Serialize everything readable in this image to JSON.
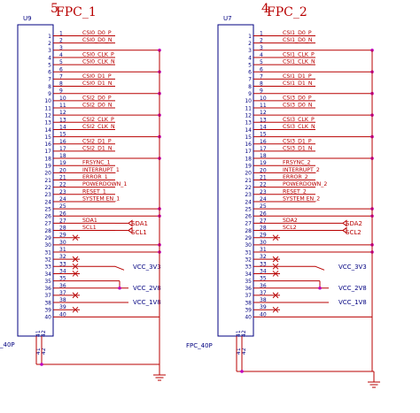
{
  "components": [
    {
      "ref": "U9",
      "title": "FPC_1",
      "title_prefix": "5",
      "footprint": "_40P",
      "bottom_pins": [
        "41",
        "42"
      ],
      "pins": [
        {
          "num": "1",
          "net": "CSI0_D0_P"
        },
        {
          "num": "2",
          "net": "CSI0_D0_N"
        },
        {
          "num": "3",
          "net": ""
        },
        {
          "num": "4",
          "net": "CSI0_CLK_P"
        },
        {
          "num": "5",
          "net": "CSI0_CLK_N"
        },
        {
          "num": "6",
          "net": ""
        },
        {
          "num": "7",
          "net": "CSI0_D1_P"
        },
        {
          "num": "8",
          "net": "CSI0_D1_N"
        },
        {
          "num": "9",
          "net": ""
        },
        {
          "num": "10",
          "net": "CSI2_D0_P"
        },
        {
          "num": "11",
          "net": "CSI2_D0_N"
        },
        {
          "num": "12",
          "net": ""
        },
        {
          "num": "13",
          "net": "CSI2_CLK_P"
        },
        {
          "num": "14",
          "net": "CSI2_CLK_N"
        },
        {
          "num": "15",
          "net": ""
        },
        {
          "num": "16",
          "net": "CSI2_D1_P"
        },
        {
          "num": "17",
          "net": "CSI2_D1_N"
        },
        {
          "num": "18",
          "net": ""
        },
        {
          "num": "19",
          "net": "FRSYNC_1"
        },
        {
          "num": "20",
          "net": "INTERRUPT_1"
        },
        {
          "num": "21",
          "net": "ERROR_1"
        },
        {
          "num": "22",
          "net": "POWERDOWN_1"
        },
        {
          "num": "23",
          "net": "RESET_1"
        },
        {
          "num": "24",
          "net": "SYSTEM EN_1"
        },
        {
          "num": "25",
          "net": ""
        },
        {
          "num": "26",
          "net": ""
        },
        {
          "num": "27",
          "net": "SDA1"
        },
        {
          "num": "28",
          "net": "SCL1"
        },
        {
          "num": "29",
          "net": ""
        },
        {
          "num": "30",
          "net": ""
        },
        {
          "num": "31",
          "net": ""
        },
        {
          "num": "32",
          "net": ""
        },
        {
          "num": "33",
          "net": ""
        },
        {
          "num": "34",
          "net": ""
        },
        {
          "num": "35",
          "net": ""
        },
        {
          "num": "36",
          "net": ""
        },
        {
          "num": "37",
          "net": ""
        },
        {
          "num": "38",
          "net": ""
        },
        {
          "num": "39",
          "net": ""
        },
        {
          "num": "40",
          "net": ""
        }
      ],
      "ports": [
        "SDA1",
        "SCL1"
      ],
      "power": [
        "VCC_3V3",
        "VCC_2V8",
        "VCC_1V8"
      ]
    },
    {
      "ref": "U7",
      "title": "FPC_2",
      "title_prefix": "4",
      "footprint": "FPC_40P",
      "bottom_pins": [
        "41",
        "42"
      ],
      "pins": [
        {
          "num": "1",
          "net": "CSI1_D0_P"
        },
        {
          "num": "2",
          "net": "CSI1_D0_N"
        },
        {
          "num": "3",
          "net": ""
        },
        {
          "num": "4",
          "net": "CSI1_CLK_P"
        },
        {
          "num": "5",
          "net": "CSI1_CLK_N"
        },
        {
          "num": "6",
          "net": ""
        },
        {
          "num": "7",
          "net": "CSI1_D1_P"
        },
        {
          "num": "8",
          "net": "CSI1_D1_N"
        },
        {
          "num": "9",
          "net": ""
        },
        {
          "num": "10",
          "net": "CSI3_D0_P"
        },
        {
          "num": "11",
          "net": "CSI3_D0_N"
        },
        {
          "num": "12",
          "net": ""
        },
        {
          "num": "13",
          "net": "CSI3_CLK_P"
        },
        {
          "num": "14",
          "net": "CSI3_CLK_N"
        },
        {
          "num": "15",
          "net": ""
        },
        {
          "num": "16",
          "net": "CSI3_D1_P"
        },
        {
          "num": "17",
          "net": "CSI3_D1_N"
        },
        {
          "num": "18",
          "net": ""
        },
        {
          "num": "19",
          "net": "FRSYNC_2"
        },
        {
          "num": "20",
          "net": "INTERRUPT_2"
        },
        {
          "num": "21",
          "net": "ERROR_2"
        },
        {
          "num": "22",
          "net": "POWERDOWN_2"
        },
        {
          "num": "23",
          "net": "RESET_2"
        },
        {
          "num": "24",
          "net": "SYSTEM EN_2"
        },
        {
          "num": "25",
          "net": ""
        },
        {
          "num": "26",
          "net": ""
        },
        {
          "num": "27",
          "net": "SDA2"
        },
        {
          "num": "28",
          "net": "SCL2"
        },
        {
          "num": "29",
          "net": ""
        },
        {
          "num": "30",
          "net": ""
        },
        {
          "num": "31",
          "net": ""
        },
        {
          "num": "32",
          "net": ""
        },
        {
          "num": "33",
          "net": ""
        },
        {
          "num": "34",
          "net": ""
        },
        {
          "num": "35",
          "net": ""
        },
        {
          "num": "36",
          "net": ""
        },
        {
          "num": "37",
          "net": ""
        },
        {
          "num": "38",
          "net": ""
        },
        {
          "num": "39",
          "net": ""
        },
        {
          "num": "40",
          "net": ""
        }
      ],
      "ports": [
        "SDA2",
        "SCL2"
      ],
      "power": [
        "VCC_3V3",
        "VCC_2V8",
        "VCC_1V8"
      ]
    }
  ],
  "colors": {
    "wire": "#b80000",
    "outline": "#000080",
    "junction": "#c000c0",
    "text_dark": "#000080"
  }
}
